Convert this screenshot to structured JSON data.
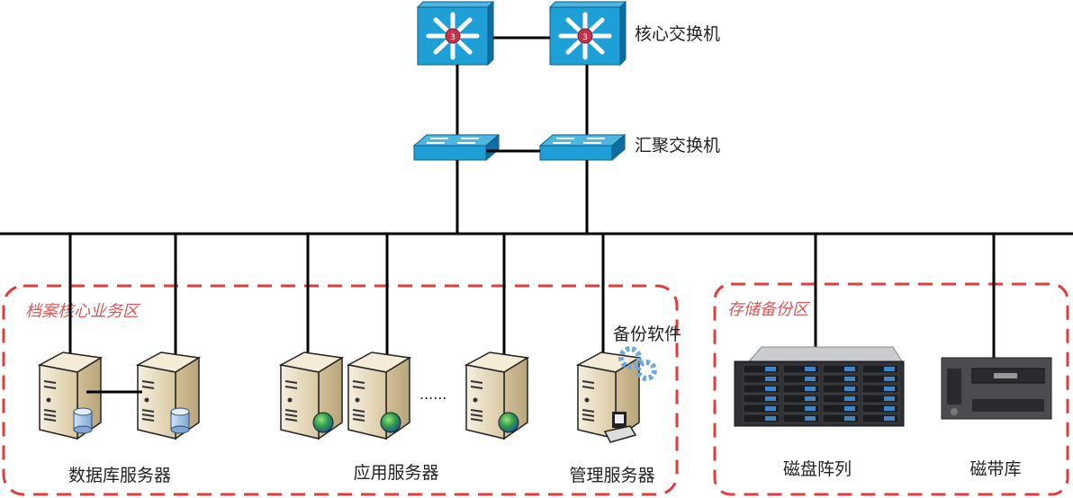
{
  "title": "档案核心业务区 / 存储备份区 网络拓扑",
  "labels": {
    "core_switch": "核心交换机",
    "aggregation_switch": "汇聚交换机",
    "zone_core_business": "档案核心业务区",
    "zone_storage_backup": "存储备份区",
    "backup_software": "备份软件",
    "database_servers": "数据库服务器",
    "app_servers": "应用服务器",
    "management_server": "管理服务器",
    "disk_array": "磁盘阵列",
    "tape_library": "磁带库",
    "ellipsis": "......"
  },
  "colors": {
    "switch_blue": "#1e9fd6",
    "switch_dark": "#0e6fa0",
    "zone_border": "#e03c3c",
    "line": "#000000",
    "server_body": "#efe4cc"
  }
}
